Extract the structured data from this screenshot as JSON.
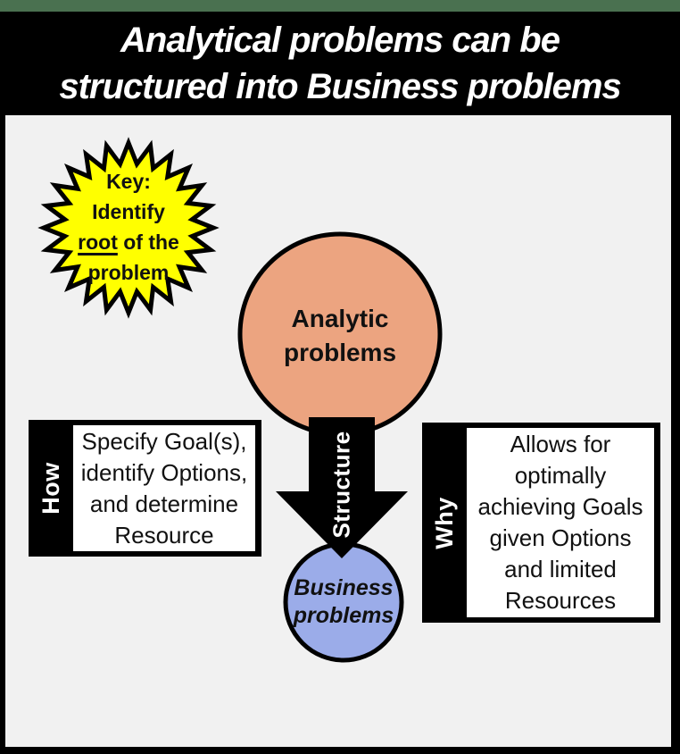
{
  "colors": {
    "top_strip_green": "#4A7150",
    "title_band_black": "#000000",
    "canvas_gray": "#F1F1F1",
    "star_yellow": "#FFFF00",
    "analytic_orange": "#ECA480",
    "business_blue": "#9BACE9",
    "arrow_black": "#000000",
    "shape_stroke_black": "#000000",
    "title_text_white": "#FFFFFF"
  },
  "title": {
    "line1": "Analytical problems can be",
    "line2": "structured into Business problems"
  },
  "key_star": {
    "line1": "Key:",
    "line2": "Identify",
    "line3_underlined": "root",
    "line3_rest": " of the",
    "line4": "problem"
  },
  "analytic_circle": {
    "line1": "Analytic",
    "line2": "problems"
  },
  "structure_arrow": {
    "label": "Structure"
  },
  "business_circle": {
    "line1": "Business",
    "line2": "problems"
  },
  "how_box": {
    "label": "How",
    "lines": [
      "Specify Goal(s),",
      "identify Options,",
      "and determine",
      "Resource"
    ]
  },
  "why_box": {
    "label": "Why",
    "lines": [
      "Allows for",
      "optimally",
      "achieving Goals",
      "given Options",
      "and limited",
      "Resources"
    ]
  }
}
